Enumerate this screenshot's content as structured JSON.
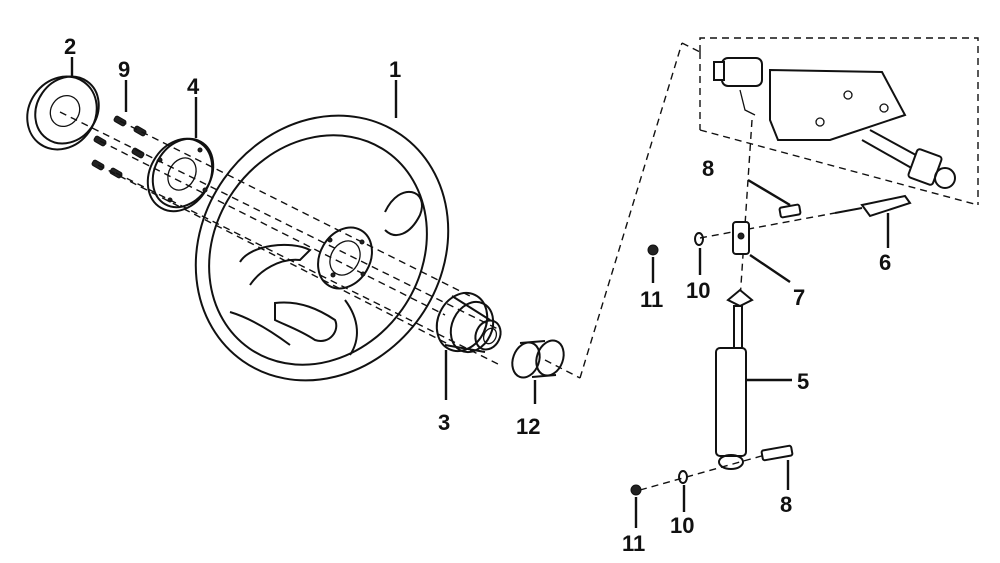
{
  "callouts": {
    "c1": "1",
    "c2": "2",
    "c3": "3",
    "c4": "4",
    "c5": "5",
    "c6": "6",
    "c7": "7",
    "c8a": "8",
    "c8b": "8",
    "c9": "9",
    "c10a": "10",
    "c10b": "10",
    "c11a": "11",
    "c11b": "11",
    "c12": "12"
  },
  "colors": {
    "line": "#111111",
    "background": "#ffffff"
  }
}
